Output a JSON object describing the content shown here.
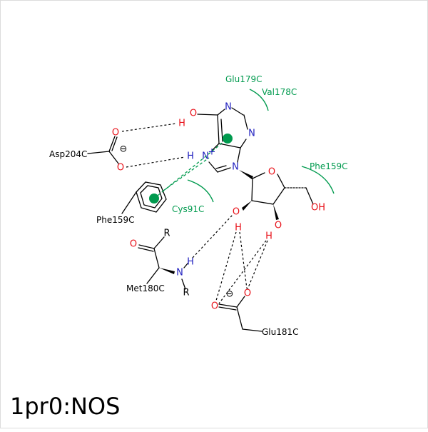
{
  "title": "1pr0:NOS",
  "residues": {
    "asp204": "Asp204C",
    "phe159_left": "Phe159C",
    "met180": "Met180C",
    "glu181": "Glu181C",
    "glu179": "Glu179C",
    "val178": "Val178C",
    "phe159_right": "Phe159C",
    "cys91": "Cys91C"
  },
  "atoms": {
    "N": "N",
    "O": "O",
    "H": "H",
    "R": "R",
    "OH": "OH"
  },
  "charges": {
    "plus": "+",
    "minus": "⊖"
  },
  "colors": {
    "nitrogen": "#1f1fbf",
    "oxygen": "#e8121a",
    "hydrophobic": "#009a4e",
    "bond": "#000000"
  }
}
